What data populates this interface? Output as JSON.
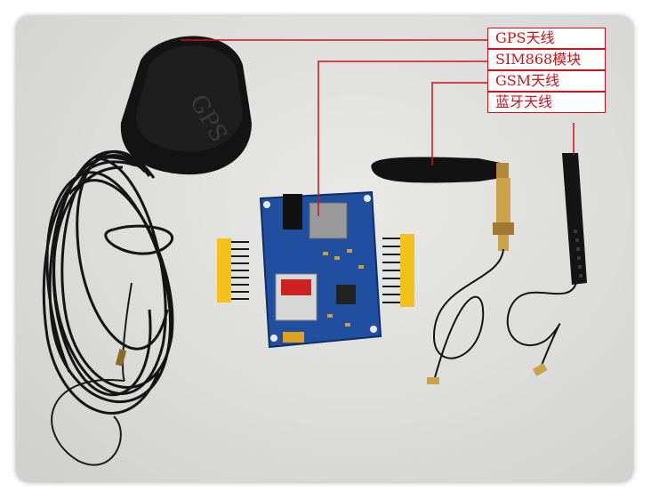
{
  "labels": [
    {
      "id": "gps",
      "text": "GPS天线"
    },
    {
      "id": "sim",
      "text": "SIM868模块"
    },
    {
      "id": "gsm",
      "text": "GSM天线"
    },
    {
      "id": "bt",
      "text": "蓝牙天线"
    }
  ],
  "colors": {
    "label_red": "#d0101a",
    "pcb_blue": "#1f4f9e",
    "background": "#dcdcda",
    "header_yellow": "#f2c21b"
  },
  "gps_antenna_print": "GPS"
}
